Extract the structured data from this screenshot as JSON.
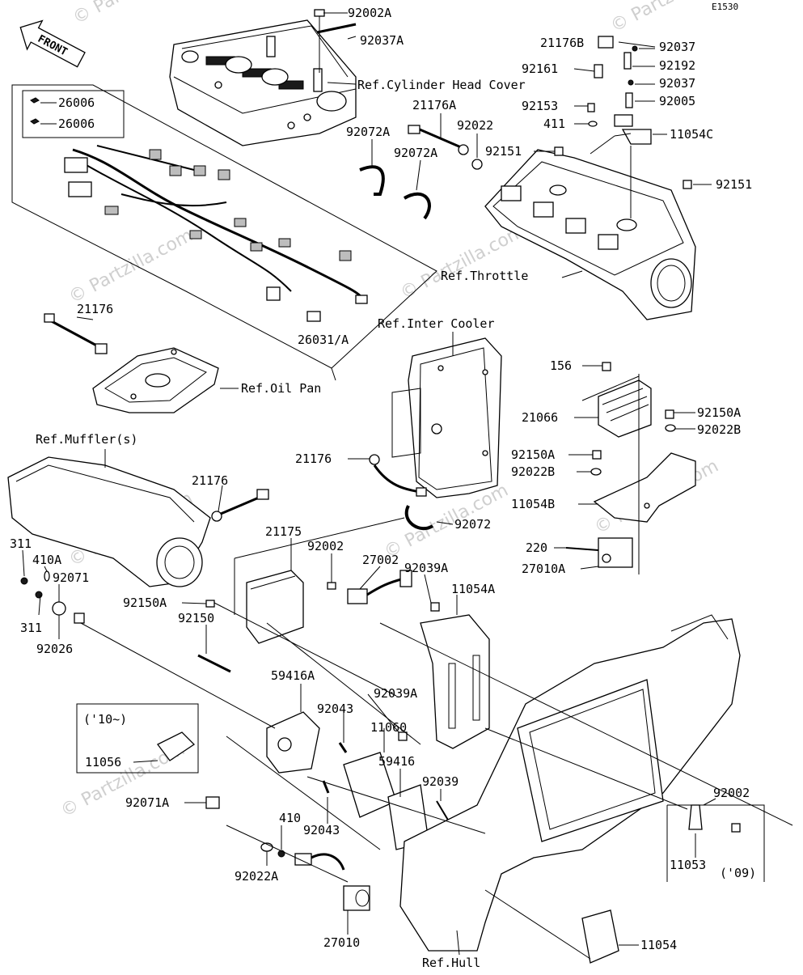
{
  "diagram_code": "E1530",
  "front_label": "FRONT",
  "watermark": "© Partzilla.com",
  "part_labels": [
    {
      "id": "p1",
      "text": "92002A"
    },
    {
      "id": "p2",
      "text": "92037A"
    },
    {
      "id": "p3",
      "text": "26006"
    },
    {
      "id": "p4",
      "text": "26006"
    },
    {
      "id": "p5",
      "text": "21176A"
    },
    {
      "id": "p6",
      "text": "92022"
    },
    {
      "id": "p7",
      "text": "92072A"
    },
    {
      "id": "p8",
      "text": "92072A"
    },
    {
      "id": "p9",
      "text": "21176B"
    },
    {
      "id": "p10",
      "text": "92037"
    },
    {
      "id": "p11",
      "text": "92161"
    },
    {
      "id": "p12",
      "text": "92192"
    },
    {
      "id": "p13",
      "text": "92037"
    },
    {
      "id": "p14",
      "text": "92153"
    },
    {
      "id": "p15",
      "text": "92005"
    },
    {
      "id": "p16",
      "text": "411"
    },
    {
      "id": "p17",
      "text": "11054C"
    },
    {
      "id": "p18",
      "text": "92151"
    },
    {
      "id": "p19",
      "text": "92151"
    },
    {
      "id": "p20",
      "text": "21176"
    },
    {
      "id": "p21",
      "text": "26031/A"
    },
    {
      "id": "p22",
      "text": "156"
    },
    {
      "id": "p23",
      "text": "21066"
    },
    {
      "id": "p24",
      "text": "92150A"
    },
    {
      "id": "p25",
      "text": "92022B"
    },
    {
      "id": "p26",
      "text": "21176"
    },
    {
      "id": "p27",
      "text": "92150A"
    },
    {
      "id": "p28",
      "text": "92022B"
    },
    {
      "id": "p29",
      "text": "11054B"
    },
    {
      "id": "p30",
      "text": "21176"
    },
    {
      "id": "p31",
      "text": "92072"
    },
    {
      "id": "p32",
      "text": "21175"
    },
    {
      "id": "p33",
      "text": "220"
    },
    {
      "id": "p34",
      "text": "27010A"
    },
    {
      "id": "p35",
      "text": "311"
    },
    {
      "id": "p36",
      "text": "410A"
    },
    {
      "id": "p37",
      "text": "92071"
    },
    {
      "id": "p38",
      "text": "92002"
    },
    {
      "id": "p39",
      "text": "27002"
    },
    {
      "id": "p40",
      "text": "92039A"
    },
    {
      "id": "p41",
      "text": "11054A"
    },
    {
      "id": "p42",
      "text": "311"
    },
    {
      "id": "p43",
      "text": "92026"
    },
    {
      "id": "p44",
      "text": "92150A"
    },
    {
      "id": "p45",
      "text": "92150"
    },
    {
      "id": "p46",
      "text": "59416A"
    },
    {
      "id": "p47",
      "text": "92039A"
    },
    {
      "id": "p48",
      "text": "('10~)"
    },
    {
      "id": "p49",
      "text": "92043"
    },
    {
      "id": "p50",
      "text": "11060"
    },
    {
      "id": "p51",
      "text": "11056"
    },
    {
      "id": "p52",
      "text": "59416"
    },
    {
      "id": "p53",
      "text": "92039"
    },
    {
      "id": "p54",
      "text": "92071A"
    },
    {
      "id": "p55",
      "text": "92043"
    },
    {
      "id": "p56",
      "text": "92002"
    },
    {
      "id": "p57",
      "text": "410"
    },
    {
      "id": "p58",
      "text": "92022A"
    },
    {
      "id": "p59",
      "text": "11053"
    },
    {
      "id": "p60",
      "text": "('09)"
    },
    {
      "id": "p61",
      "text": "27010"
    },
    {
      "id": "p62",
      "text": "11054"
    }
  ],
  "reference_labels": [
    {
      "id": "r1",
      "text": "Ref.Cylinder Head Cover"
    },
    {
      "id": "r2",
      "text": "Ref.Throttle"
    },
    {
      "id": "r3",
      "text": "Ref.Inter Cooler"
    },
    {
      "id": "r4",
      "text": "Ref.Oil Pan"
    },
    {
      "id": "r5",
      "text": "Ref.Muffler(s)"
    },
    {
      "id": "r6",
      "text": "Ref.Hull"
    }
  ]
}
